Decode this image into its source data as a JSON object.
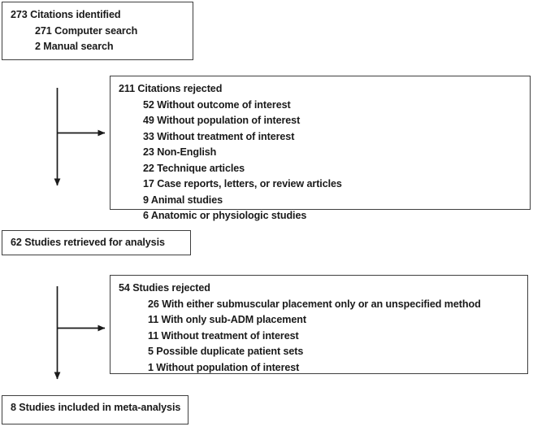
{
  "diagram": {
    "title": "Study selection flow diagram",
    "stroke_color": "#3f3f3f",
    "text_color": "#1a1a1a",
    "background": "#ffffff"
  },
  "boxes": {
    "identified": {
      "header": "273 Citations identified",
      "items": [
        "271 Computer search",
        "2 Manual search"
      ]
    },
    "citations_rejected": {
      "header": "211 Citations rejected",
      "items": [
        "52 Without outcome of interest",
        "49 Without population of interest",
        "33 Without treatment of interest",
        "23 Non-English",
        "22 Technique articles",
        "17 Case reports, letters, or review articles",
        "9 Animal studies",
        "6 Anatomic or physiologic studies"
      ]
    },
    "retrieved": {
      "header": "62 Studies retrieved for analysis",
      "items": []
    },
    "studies_rejected": {
      "header": "54 Studies rejected",
      "items": [
        "26 With either submuscular placement only or an unspecified method",
        "11 With only sub-ADM placement",
        "11 Without treatment of interest",
        "5 Possible duplicate patient sets",
        "1 Without population of interest"
      ]
    },
    "included": {
      "header": "8 Studies included in meta-analysis",
      "items": []
    }
  },
  "connectors": [
    {
      "name": "identified-to-rejected-branch",
      "from": "identified",
      "to_side": "citations_rejected",
      "to_down": "retrieved"
    },
    {
      "name": "retrieved-to-studies-rejected-branch",
      "from": "retrieved",
      "to_side": "studies_rejected",
      "to_down": "included"
    }
  ]
}
